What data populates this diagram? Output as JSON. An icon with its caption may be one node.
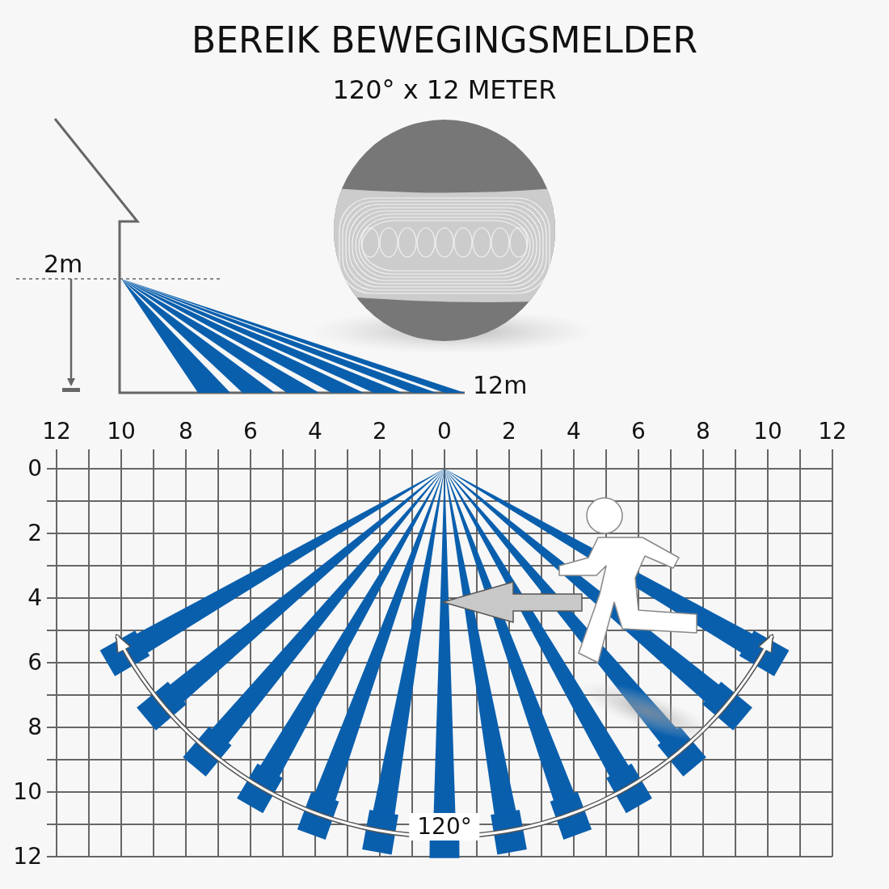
{
  "diagram": {
    "title": "BEREIK BEWEGINGSMELDER",
    "labels": [
      "120° x 12 METER",
      "2m",
      "12m",
      "12",
      "10",
      "8",
      "6",
      "4",
      "2",
      "0",
      "2",
      "4",
      "6",
      "8",
      "10",
      "12",
      "0",
      "2",
      "4",
      "6",
      "8",
      "10",
      "12",
      "120°"
    ]
  }
}
